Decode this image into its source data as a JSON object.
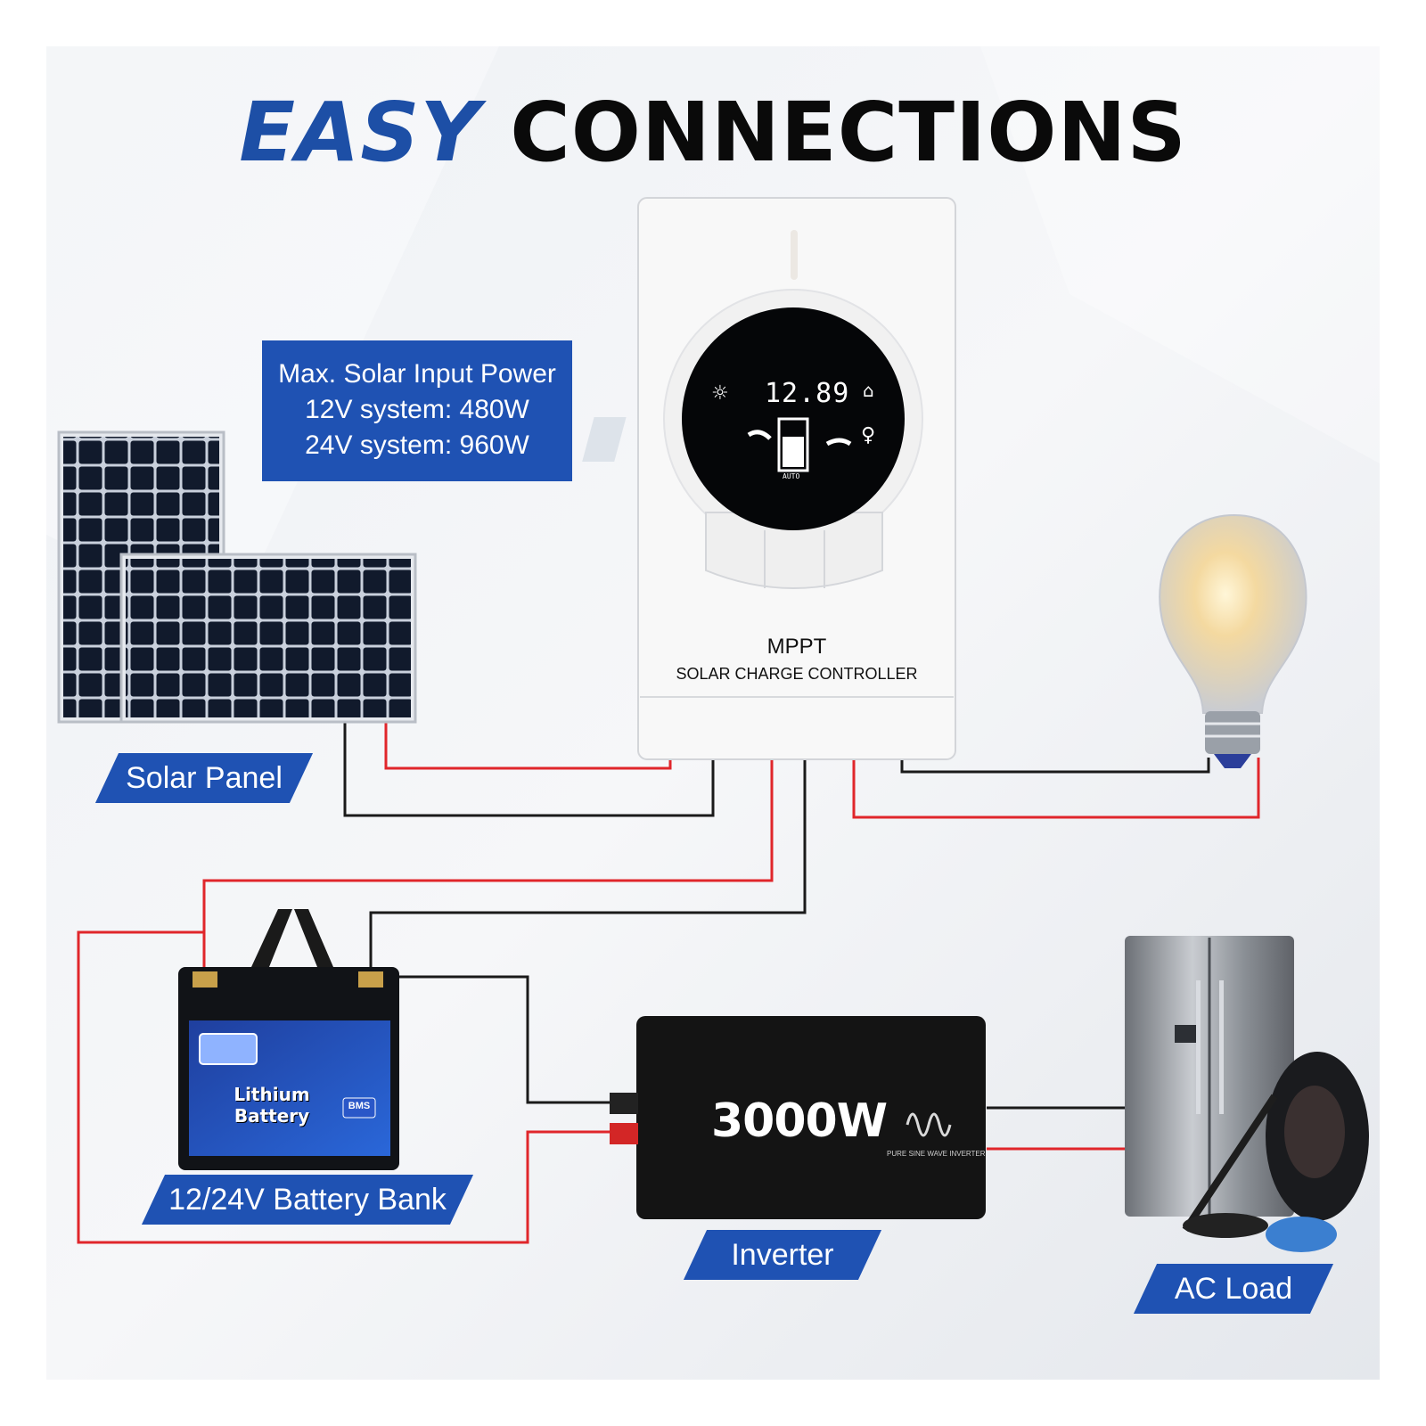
{
  "title": {
    "emphasis": "EASY",
    "rest": "CONNECTIONS"
  },
  "spec_box": {
    "line1": "Max.  Solar Input Power",
    "line2": "12V system: 480W",
    "line3": "24V system: 960W"
  },
  "controller": {
    "model": "MPPT",
    "name": "SOLAR CHARGE CONTROLLER",
    "display_voltage": "12.89",
    "display_mode": "AUTO"
  },
  "battery": {
    "brand_text": "Lithium Battery",
    "badge": "BMS"
  },
  "inverter": {
    "power": "3000W",
    "subtitle": "PURE SINE WAVE INVERTER"
  },
  "labels": {
    "solar_panel": "Solar Panel",
    "battery_bank": "12/24V Battery Bank",
    "inverter": "Inverter",
    "ac_load": "AC Load"
  },
  "colors": {
    "accent_blue": "#1f52b3",
    "wire_red": "#e0262b",
    "wire_black": "#1a1a1a"
  }
}
